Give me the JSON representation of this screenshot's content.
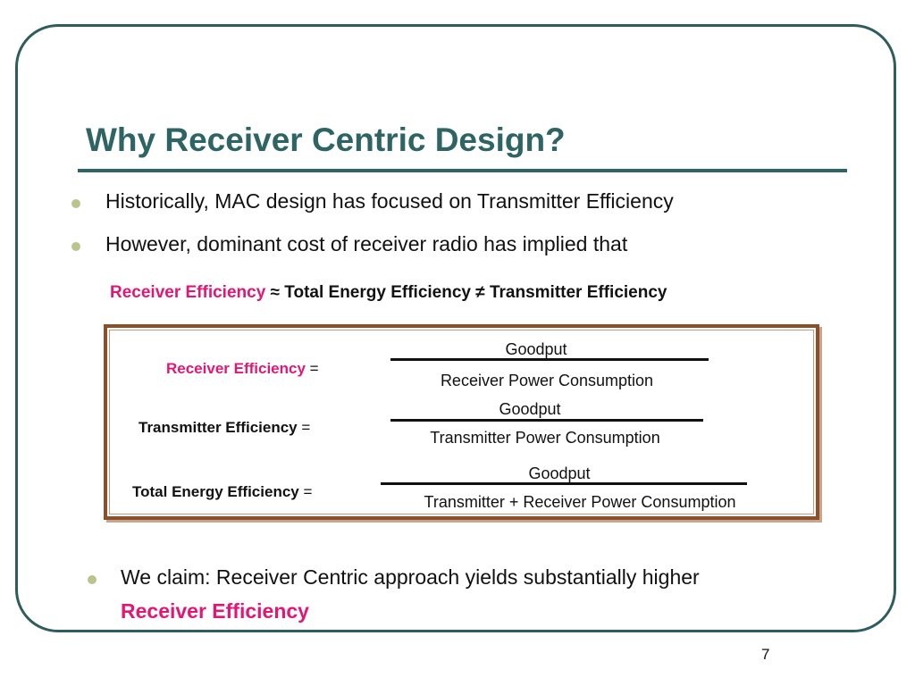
{
  "slide": {
    "title": "Why Receiver Centric Design?",
    "page_number": "7"
  },
  "bullets": [
    "Historically, MAC design has focused on Transmitter Efficiency",
    "However, dominant cost of receiver radio has implied that"
  ],
  "equation": {
    "part1": "Receiver Efficiency",
    "approx": " ≈ ",
    "part2": "Total Energy Efficiency",
    "neq": " ≠ ",
    "part3": " Transmitter Efficiency"
  },
  "formulas": [
    {
      "name": "Receiver Efficiency",
      "equals": " =",
      "numerator": "Goodput",
      "denominator": "Receiver Power Consumption"
    },
    {
      "name": "Transmitter Efficiency",
      "equals": " =",
      "numerator": "Goodput",
      "denominator": "Transmitter Power Consumption"
    },
    {
      "name": "Total Energy Efficiency",
      "equals": " =",
      "numerator": "Goodput",
      "denominator": "Transmitter + Receiver Power Consumption"
    }
  ],
  "claim": {
    "text": "We claim: Receiver Centric approach yields substantially higher",
    "highlight": "Receiver Efficiency"
  },
  "colors": {
    "title": "#2e6464",
    "highlight": "#e01775",
    "box_border": "#8b4f2a",
    "bullet_dot": "#b9c48f"
  }
}
